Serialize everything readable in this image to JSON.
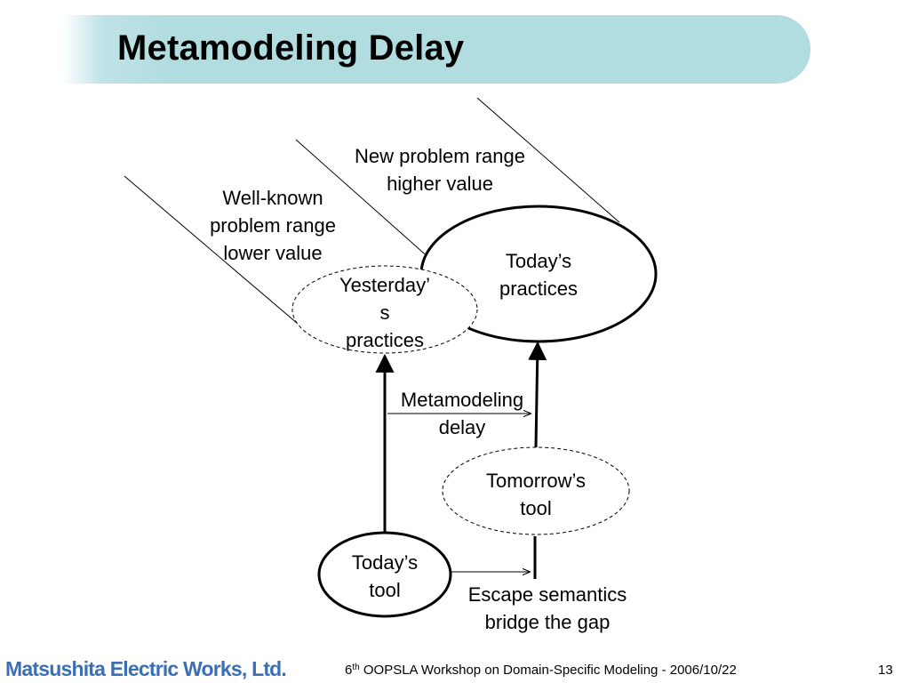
{
  "slide": {
    "title": "Metamodeling Delay"
  },
  "diagram": {
    "new_range": [
      "New problem range",
      "higher value"
    ],
    "well_known_range": [
      "Well-known",
      "problem range",
      "lower value"
    ],
    "todays_practices": [
      "Today’s",
      "practices"
    ],
    "yesterdays_practices": [
      "Yesterday’",
      "s",
      "practices"
    ],
    "metamodeling_delay": [
      "Metamodeling",
      "delay"
    ],
    "tomorrows_tool": [
      "Tomorrow’s",
      "tool"
    ],
    "todays_tool": [
      "Today’s",
      "tool"
    ],
    "escape_semantics": [
      "Escape semantics",
      "bridge the gap"
    ]
  },
  "footer": {
    "company": "Matsushita Electric Works, Ltd.",
    "workshop_num": "6",
    "workshop_sup": "th",
    "workshop_text": " OOPSLA Workshop on Domain-Specific Modeling - 2006/10/22",
    "page": "13"
  }
}
